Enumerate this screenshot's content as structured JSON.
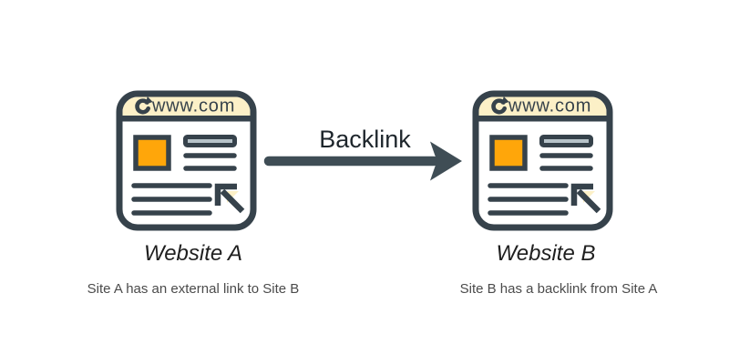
{
  "diagram": {
    "backlink_label": "Backlink",
    "site_a": {
      "url": "www.com",
      "title": "Website A",
      "caption": "Site A has an external link to Site B"
    },
    "site_b": {
      "url": "www.com",
      "title": "Website B",
      "caption": "Site B has a backlink from Site A"
    },
    "icons": {
      "reload": "⟳",
      "cursor": "↖"
    },
    "colors": {
      "outline": "#36424b",
      "bar_cream": "#fcf0c7",
      "image_orange": "#ffa60a",
      "heading_gray": "#b7c3c9",
      "arrow_slate": "#3f4d55",
      "title_text": "#1f1f1f",
      "caption_text": "#4b4b4b",
      "background": "#ffffff"
    }
  }
}
